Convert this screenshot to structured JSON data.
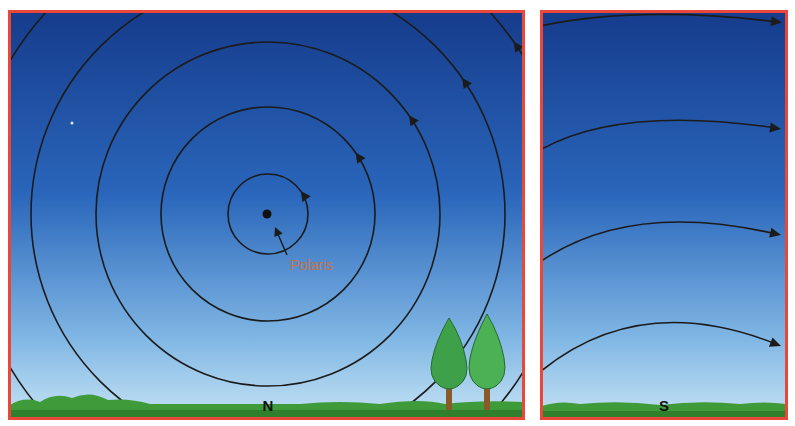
{
  "diagram": {
    "labels": [
      "Polaris",
      "N",
      "S"
    ]
  }
}
